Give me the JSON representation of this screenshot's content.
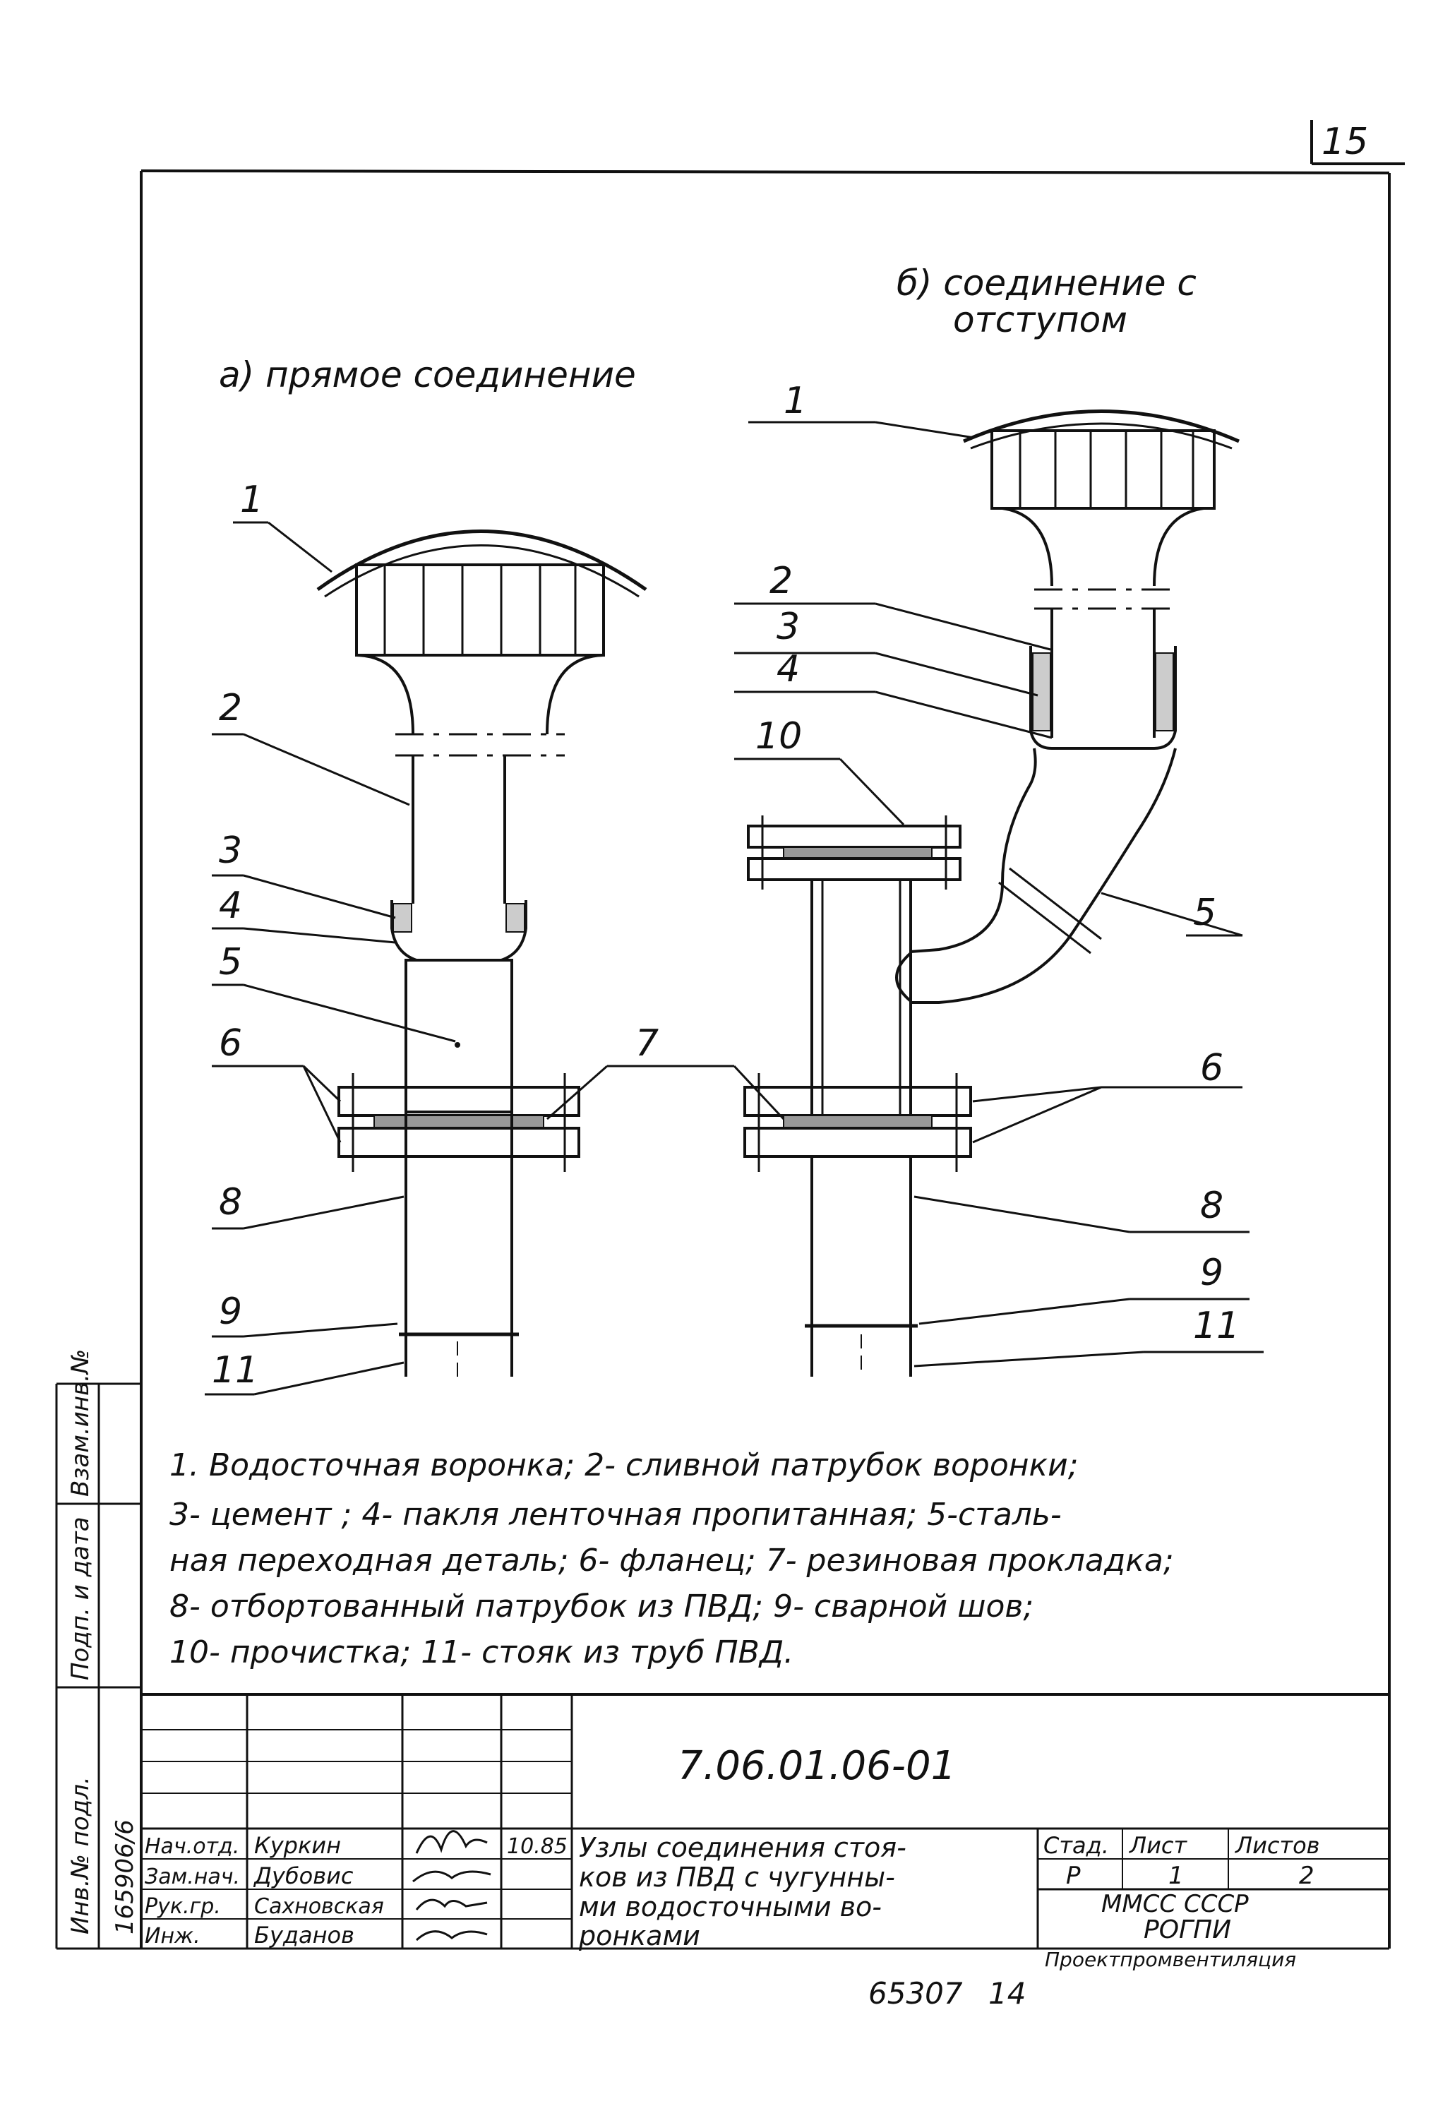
{
  "page": {
    "sheet_number": "15",
    "bottom_number": "65307",
    "bottom_suffix": "14"
  },
  "titles": {
    "a": "а) прямое соединение",
    "b_line1": "б) соединение с",
    "b_line2": "отступом"
  },
  "callouts_a": [
    "1",
    "2",
    "3",
    "4",
    "5",
    "6",
    "8",
    "9",
    "11"
  ],
  "callouts_b": [
    "1",
    "2",
    "3",
    "4",
    "10",
    "7",
    "5",
    "6",
    "8",
    "9",
    "11"
  ],
  "legend": [
    "1. Водосточная воронка; 2- сливной патрубок воронки;",
    "3- цемент ; 4- пакля ленточная пропитанная; 5-сталь-",
    "ная переходная деталь; 6- фланец; 7- резиновая прокладка;",
    "8- отбортованный патрубок из ПВД; 9- сварной шов;",
    "10- прочистка; 11- стояк из труб ПВД."
  ],
  "side_stamp": [
    "Инв.№ подл.",
    "Подп. и дата",
    "Взам.инв.№"
  ],
  "side_inv_number": "165906/6",
  "title_block": {
    "code": "7.06.01.06-01",
    "roles": [
      "Нач.отд.",
      "Зам.нач.",
      "Рук.гр.",
      "Инж."
    ],
    "names": [
      "Куркин",
      "Дубовис",
      "Сахновская",
      "Буданов"
    ],
    "date": "10.85",
    "description_lines": [
      "Узлы соединения стоя-",
      "ков из ПВД с чугунны-",
      "ми водосточными во-",
      "ронками"
    ],
    "stage_header": "Стад.",
    "sheet_header": "Лист",
    "sheets_header": "Листов",
    "stage_value": "Р",
    "sheet_value": "1",
    "sheets_value": "2",
    "org_line1": "ММСС СССР",
    "org_line2": "РОГПИ",
    "org_line3": "Проектпромвентиляция"
  },
  "colors": {
    "ink": "#111111",
    "paper": "#ffffff"
  }
}
